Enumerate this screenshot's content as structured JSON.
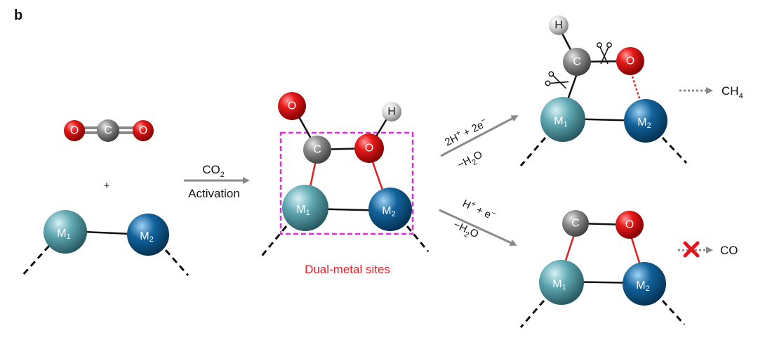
{
  "panel_label": "b",
  "atoms": {
    "oxygen": "O",
    "carbon": "C",
    "hydrogen": "H",
    "metal1": {
      "symbol": "M",
      "subscript": "1"
    },
    "metal2": {
      "symbol": "M",
      "subscript": "2"
    }
  },
  "plus_sign": "+",
  "activation": {
    "line1_main": "CO",
    "line1_sub": "2",
    "line2": "Activation"
  },
  "dual_metal_label": "Dual-metal sites",
  "upper_path": {
    "reagent_main": "2H",
    "reagent_sup1": "+",
    "reagent_mid": " + 2e",
    "reagent_sup2": "−",
    "byproduct_pre": "−H",
    "byproduct_sub": "2",
    "byproduct_post": "O",
    "product_main": "CH",
    "product_sub": "4"
  },
  "lower_path": {
    "reagent_main": "H",
    "reagent_sup1": "+",
    "reagent_mid": " + e",
    "reagent_sup2": "−",
    "byproduct_pre": "−H",
    "byproduct_sub": "2",
    "byproduct_post": "O",
    "product": "CO"
  },
  "colors": {
    "oxygen": "#e01010",
    "carbon": "#8a8a8a",
    "hydrogen": "#d8d8d8",
    "metal1": "#5ba3ad",
    "metal2": "#0e5f96",
    "dashed_box": "#e02be0",
    "red_bond": "#e02020",
    "dual_label": "#e8202a",
    "arrow": "#8a8a8a",
    "blocked_cross": "#e3141b"
  }
}
